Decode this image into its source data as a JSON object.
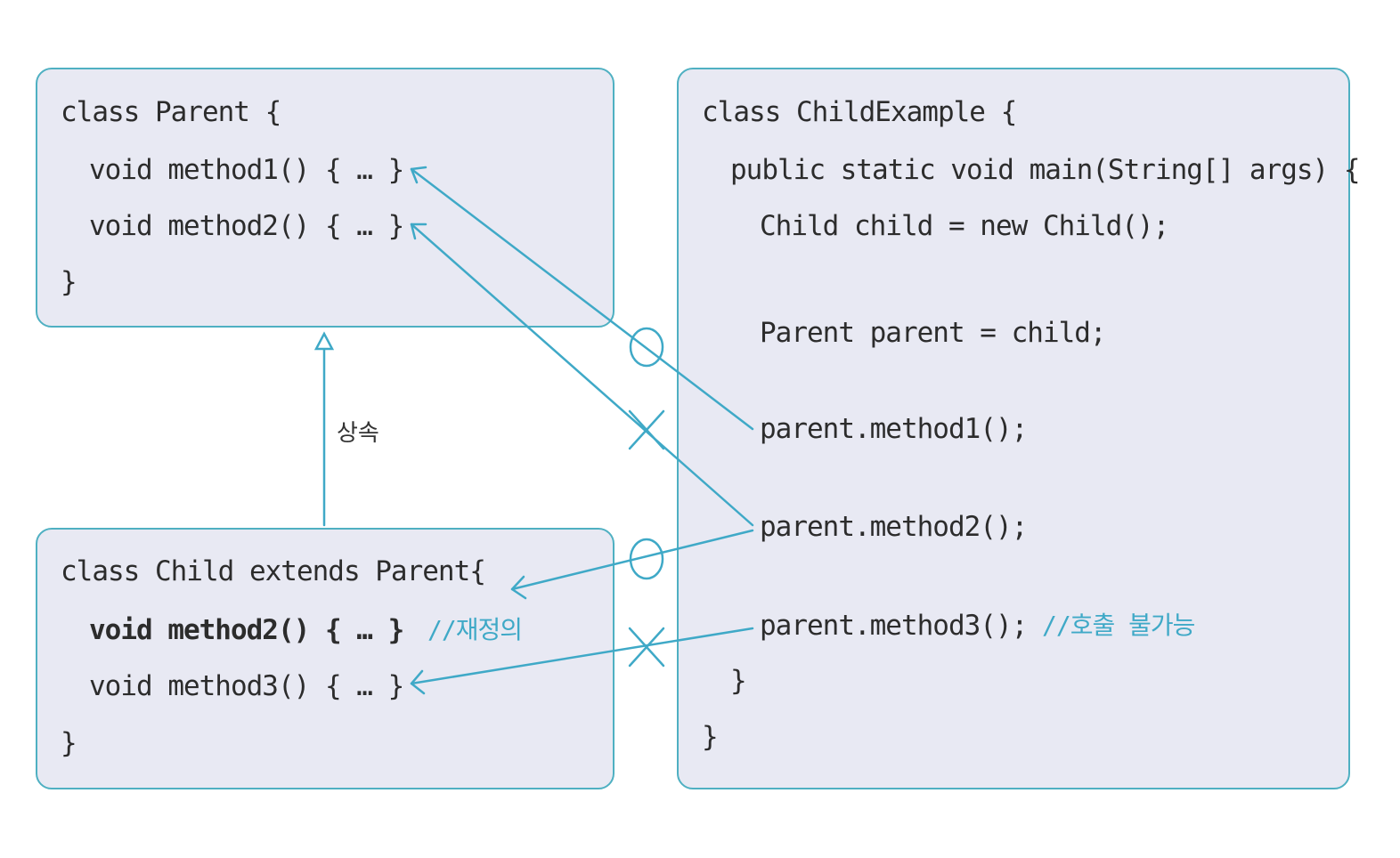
{
  "parent_class": {
    "header": "class Parent {",
    "line1": "void method1() { … }",
    "line2": "void method2() { … }",
    "close": "}"
  },
  "child_class": {
    "header": "class Child extends Parent{",
    "line1": "void method2() { … }",
    "line1_comment": "//재정의",
    "line2": "void method3() { … }",
    "close": "}"
  },
  "example_class": {
    "header": "class ChildExample {",
    "main": "public static void main(String[] args) {",
    "child_decl": "Child child = new Child();",
    "parent_decl": "Parent parent = child;",
    "call1": "parent.method1();",
    "call2": "parent.method2();",
    "call3": "parent.method3();",
    "call3_comment": "//호출 불가능",
    "close_main": "}",
    "close_class": "}"
  },
  "inheritance_label": "상속",
  "marks": {
    "call1": "O",
    "call2_to_parent": "X",
    "call2_to_child": "O",
    "call3": "X"
  },
  "colors": {
    "accent": "#3fa9c7",
    "box_fill": "#e8e9f3",
    "box_border": "#4fb0c2",
    "text": "#2c2c2c"
  }
}
